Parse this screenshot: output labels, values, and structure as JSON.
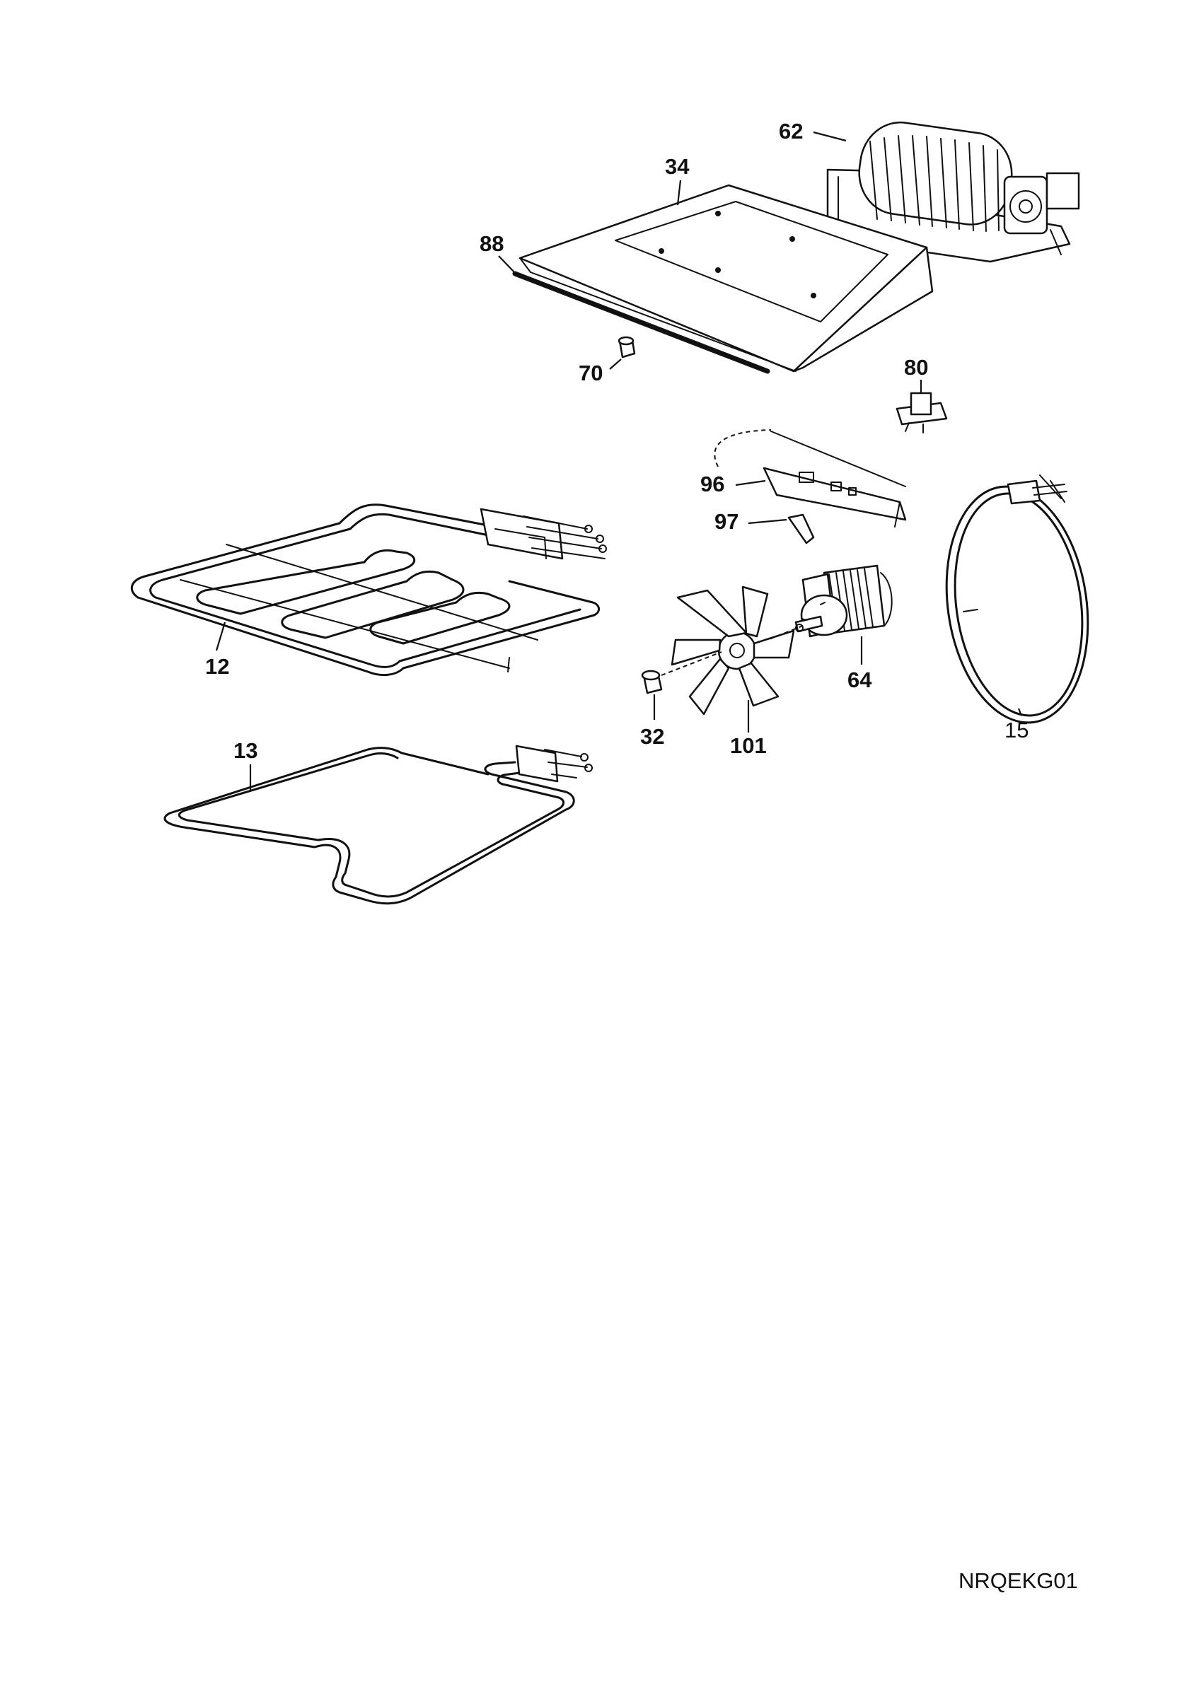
{
  "diagram": {
    "labels": {
      "p62": "62",
      "p34": "34",
      "p88": "88",
      "p70": "70",
      "p80": "80",
      "p96": "96",
      "p97": "97",
      "p12": "12",
      "p13": "13",
      "p32": "32",
      "p101": "101",
      "p64": "64",
      "p15": "15"
    },
    "code": "NRQEKG01"
  }
}
